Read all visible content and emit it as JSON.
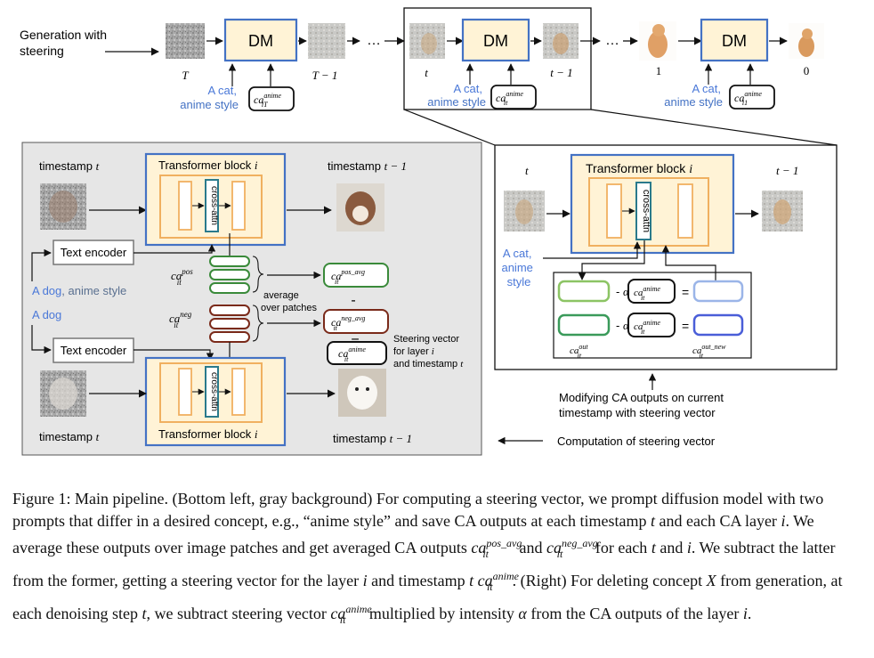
{
  "top": {
    "gen_label": "Generation with steering",
    "dm": "DM",
    "t_labels": [
      "T",
      "T − 1",
      "t",
      "t − 1",
      "1",
      "0"
    ],
    "ellipsis": "…",
    "prompt_line1": "A cat,",
    "prompt_line2": "anime style",
    "ca_base": "ca",
    "ca_sup": "anime",
    "ca_subs": [
      "iT",
      "it",
      "i1"
    ]
  },
  "left_panel": {
    "timestamp_t": "timestamp t",
    "timestamp_t1": "timestamp t − 1",
    "transformer_block": "Transformer block i",
    "cross_attn": "cross-attn",
    "text_encoder": "Text encoder",
    "prompt_pos_a": "A dog",
    "prompt_pos_b": ", anime style",
    "prompt_neg": "A dog",
    "ca_pos_sup": "pos",
    "ca_neg_sup": "neg",
    "ca_sub": "it",
    "average_line1": "average",
    "average_line2": "over patches",
    "ca_pos_avg_sup": "pos_avg",
    "ca_neg_avg_sup": "neg_avg",
    "ca_anime_sup": "anime",
    "minus": "-",
    "equals": "=",
    "steering_line1": "Steering vector",
    "steering_line2": "for layer i",
    "steering_line3": "and timestamp t"
  },
  "right_panel": {
    "t": "t",
    "t1": "t − 1",
    "transformer_block": "Transformer block i",
    "cross_attn": "cross-attn",
    "prompt_line1": "A cat,",
    "prompt_line2": "anime",
    "prompt_line3": "style",
    "alpha": "α",
    "minus": "-",
    "equals": "=",
    "ca_out_sup": "out",
    "ca_out_new_sup": "out_new",
    "ca_anime_sup": "anime",
    "ca_sub": "it"
  },
  "bottom_labels": {
    "modifying_line1": "Modifying CA outputs on current",
    "modifying_line2": "timestamp with steering vector",
    "computation": "Computation of steering vector"
  },
  "caption": {
    "p1": "Figure 1: Main pipeline. (Bottom left, gray background) For computing a steering vector, we prompt diffusion model with two prompts that differ in a desired concept, e.g., “anime style” and save CA outputs at each timestamp ",
    "t_1": "t",
    "p2": " and each CA layer ",
    "i_1": "i",
    "p3": ". We average these outputs over image patches and get averaged CA outputs ",
    "ca_pos_avg": "ca",
    "ca_pos_avg_sup": "pos_avg",
    "ca_pos_avg_sub": "it",
    "p4": " and ",
    "ca_neg_avg": "ca",
    "ca_neg_avg_sup": "neg_avg",
    "ca_neg_avg_sub": "it",
    "p5": " for each ",
    "t_2": "t",
    "p6": " and ",
    "i_2": "i",
    "p7": ". We subtract the latter from the former, getting a steering vector for the layer ",
    "i_3": "i",
    "p8": " and timestamp ",
    "t_3": "t",
    "p8b": " ",
    "ca_anime": "ca",
    "ca_anime_sup": "anime",
    "ca_anime_sub": "it",
    "p9": ". (Right) For deleting concept ",
    "X": "X",
    "p10": " from generation, at each denoising step ",
    "t_4": "t",
    "p11": ", we subtract steering vector ",
    "ca_anime2": "ca",
    "ca_anime2_sup": "anime",
    "ca_anime2_sub": "it",
    "p12": " multiplied by intensity ",
    "alpha": "α",
    "p13": " from the CA outputs of the layer ",
    "i_4": "i",
    "p14": "."
  },
  "colors": {
    "blue": "#4472c4",
    "orange": "#f0b060",
    "teal": "#2a7a8c",
    "green": "#3a8a3a",
    "brown": "#7a2a1a",
    "gray_panel": "#e6e6e6",
    "block_fill": "#fff3d6",
    "prompt_blue": "#4a78d8"
  },
  "icons": [
    "noise-image",
    "cat-image",
    "dog-image",
    "poodle-image",
    "arrow-icon"
  ]
}
